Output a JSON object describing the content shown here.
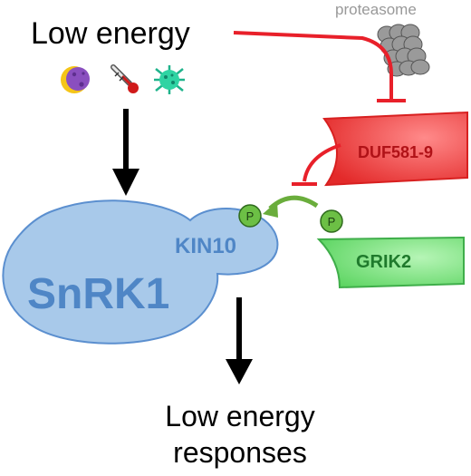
{
  "labels": {
    "low_energy": "Low energy",
    "proteasome": "proteasome",
    "duf": "DUF581-9",
    "kin10": "KIN10",
    "snrk1": "SnRK1",
    "grik2": "GRIK2",
    "phospho_kin10": "P",
    "phospho_grik2": "P",
    "responses_line1": "Low energy",
    "responses_line2": "responses"
  },
  "icons": [
    "moon-icon",
    "thermometer-icon",
    "pathogen-icon",
    "proteasome-icon"
  ],
  "colors": {
    "inhibition_red": "#e8202a",
    "duf_fill": "#ec3b3b",
    "duf_text": "#b01217",
    "snrk1_fill": "#a8c9ea",
    "snrk1_stroke": "#5b8fcf",
    "snrk1_text": "#4f86c6",
    "grik2_fill": "#7be07b",
    "grik2_stroke": "#3fae4a",
    "grik2_text": "#1f7a2c",
    "phospho_fill": "#6cbf45",
    "phospho_arrow": "#6aad3c",
    "arrow_black": "#000000"
  }
}
